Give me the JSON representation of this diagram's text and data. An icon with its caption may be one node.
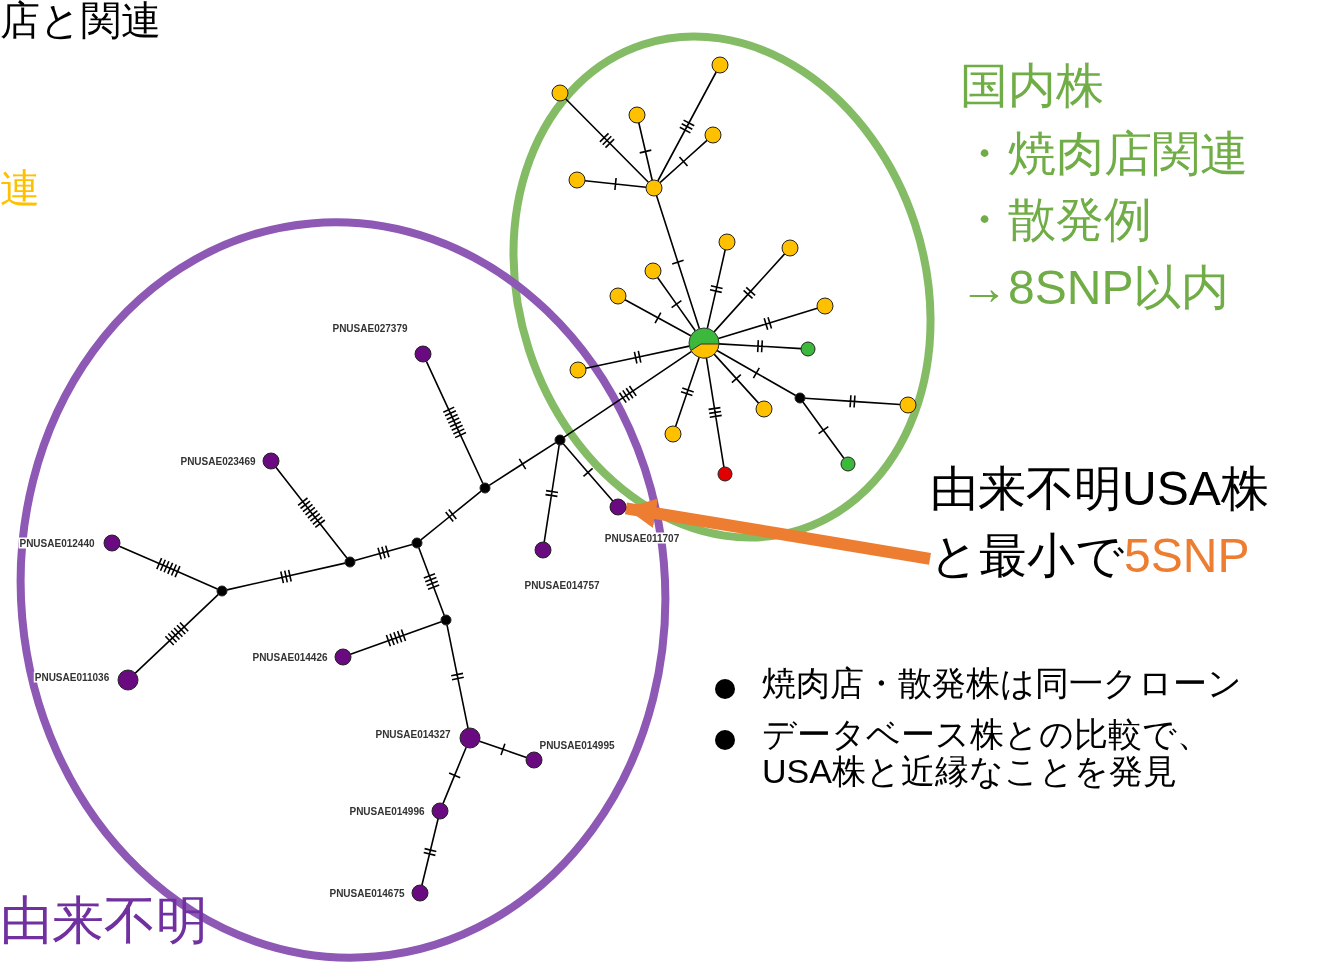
{
  "diagram": {
    "nodes": [
      {
        "text": [],
        "shape": "circle"
      },
      {
        "text": [],
        "shape": "circle"
      },
      {
        "text": [],
        "shape": "circle"
      },
      {
        "text": [],
        "shape": "circle"
      },
      {
        "text": [],
        "shape": "circle"
      },
      {
        "text": [],
        "shape": "circle"
      },
      {
        "text": [],
        "shape": "circle"
      },
      {
        "text": [],
        "shape": "circle"
      },
      {
        "text": [],
        "shape": "circle"
      },
      {
        "text": [],
        "shape": "circle"
      },
      {
        "text": [],
        "shape": "circle"
      },
      {
        "text": [],
        "shape": "circle"
      },
      {
        "text": [],
        "shape": "circle"
      },
      {
        "text": [],
        "shape": "circle"
      },
      {
        "text": [],
        "shape": "circle"
      },
      {
        "text": [],
        "shape": "circle"
      },
      {
        "text": [],
        "shape": "circle"
      },
      {
        "text": [],
        "shape": "circle"
      },
      {
        "text": [],
        "shape": "circle"
      },
      {
        "text": [],
        "shape": "circle"
      },
      {
        "text": [],
        "shape": "circle"
      },
      {
        "text": [],
        "shape": "circle",
        "beside": [
          "PNUSAE027379"
        ]
      },
      {
        "text": [],
        "shape": "circle",
        "beside": [
          "PNUSAE023469"
        ]
      },
      {
        "text": [],
        "shape": "circle"
      },
      {
        "text": [],
        "shape": "circle",
        "beside": [
          "PNUSAE011707"
        ]
      },
      {
        "text": [],
        "shape": "circle"
      },
      {
        "text": [],
        "shape": "circle",
        "beside": [
          "PNUSAE012440"
        ]
      },
      {
        "text": [],
        "shape": "circle",
        "beside": [
          "PNUSAE014757"
        ]
      },
      {
        "text": [],
        "shape": "circle"
      },
      {
        "text": [],
        "shape": "circle"
      },
      {
        "text": [],
        "shape": "circle"
      },
      {
        "text": [],
        "shape": "circle",
        "beside": [
          "PNUSAE014426"
        ]
      },
      {
        "text": [],
        "shape": "circle",
        "beside": [
          "PNUSAE011036"
        ]
      },
      {
        "text": [],
        "shape": "circle",
        "beside": [
          "PNUSAE014327"
        ]
      },
      {
        "text": [],
        "shape": "circle",
        "beside": [
          "PNUSAE014995"
        ]
      },
      {
        "text": [],
        "shape": "circle",
        "beside": [
          "PNUSAE014996"
        ]
      },
      {
        "text": [],
        "shape": "circle",
        "beside": [
          "PNUSAE014675"
        ]
      },
      {
        "text": [
          "由来不明USA株と最小で",
          "5SNP"
        ]
      }
    ],
    "edges": [
      {
        "from": 5,
        "to": 0,
        "arrow": "none"
      },
      {
        "from": 5,
        "to": 2,
        "arrow": "none"
      },
      {
        "from": 5,
        "to": 1,
        "arrow": "none"
      },
      {
        "from": 5,
        "to": 3,
        "arrow": "none"
      },
      {
        "from": 5,
        "to": 4,
        "arrow": "none"
      },
      {
        "from": 5,
        "to": 11,
        "arrow": "none"
      },
      {
        "from": 11,
        "to": 8,
        "arrow": "none"
      },
      {
        "from": 11,
        "to": 6,
        "arrow": "none"
      },
      {
        "from": 11,
        "to": 7,
        "arrow": "none"
      },
      {
        "from": 11,
        "to": 9,
        "arrow": "none"
      },
      {
        "from": 11,
        "to": 10,
        "arrow": "none"
      },
      {
        "from": 11,
        "to": 12,
        "arrow": "none"
      },
      {
        "from": 11,
        "to": 13,
        "arrow": "none"
      },
      {
        "from": 11,
        "to": 17,
        "arrow": "none"
      },
      {
        "from": 11,
        "to": 19,
        "arrow": "none"
      },
      {
        "from": 11,
        "to": 16,
        "arrow": "none"
      },
      {
        "from": 11,
        "to": 14,
        "arrow": "none"
      },
      {
        "from": 14,
        "to": 15,
        "arrow": "none"
      },
      {
        "from": 14,
        "to": 18,
        "arrow": "none"
      },
      {
        "from": 11,
        "to": 20,
        "arrow": "none"
      },
      {
        "from": 20,
        "to": 23,
        "arrow": "none"
      },
      {
        "from": 20,
        "to": 27,
        "arrow": "none"
      },
      {
        "from": 20,
        "to": 24,
        "arrow": "none"
      },
      {
        "from": 23,
        "to": 21,
        "arrow": "none"
      },
      {
        "from": 23,
        "to": 25,
        "arrow": "none"
      },
      {
        "from": 25,
        "to": 28,
        "arrow": "none"
      },
      {
        "from": 25,
        "to": 30,
        "arrow": "none"
      },
      {
        "from": 28,
        "to": 22,
        "arrow": "none"
      },
      {
        "from": 28,
        "to": 29,
        "arrow": "none"
      },
      {
        "from": 29,
        "to": 26,
        "arrow": "none"
      },
      {
        "from": 29,
        "to": 32,
        "arrow": "none"
      },
      {
        "from": 30,
        "to": 31,
        "arrow": "none"
      },
      {
        "from": 30,
        "to": 33,
        "arrow": "none"
      },
      {
        "from": 33,
        "to": 34,
        "arrow": "none"
      },
      {
        "from": 33,
        "to": 35,
        "arrow": "none"
      },
      {
        "from": 35,
        "to": 36,
        "arrow": "none"
      },
      {
        "from": 37,
        "to": 24,
        "arrow": "to",
        "style": "thick",
        "color": "#ed7d31"
      }
    ],
    "labels": [
      "店と関連",
      "連",
      "国内株",
      "・焼肉店関連",
      "・散発例",
      "→8SNP以内",
      "由来不明",
      "焼肉店・散発株は同一クローン",
      "データベース株との比較で、USA株と近縁なことを発見"
    ]
  }
}
